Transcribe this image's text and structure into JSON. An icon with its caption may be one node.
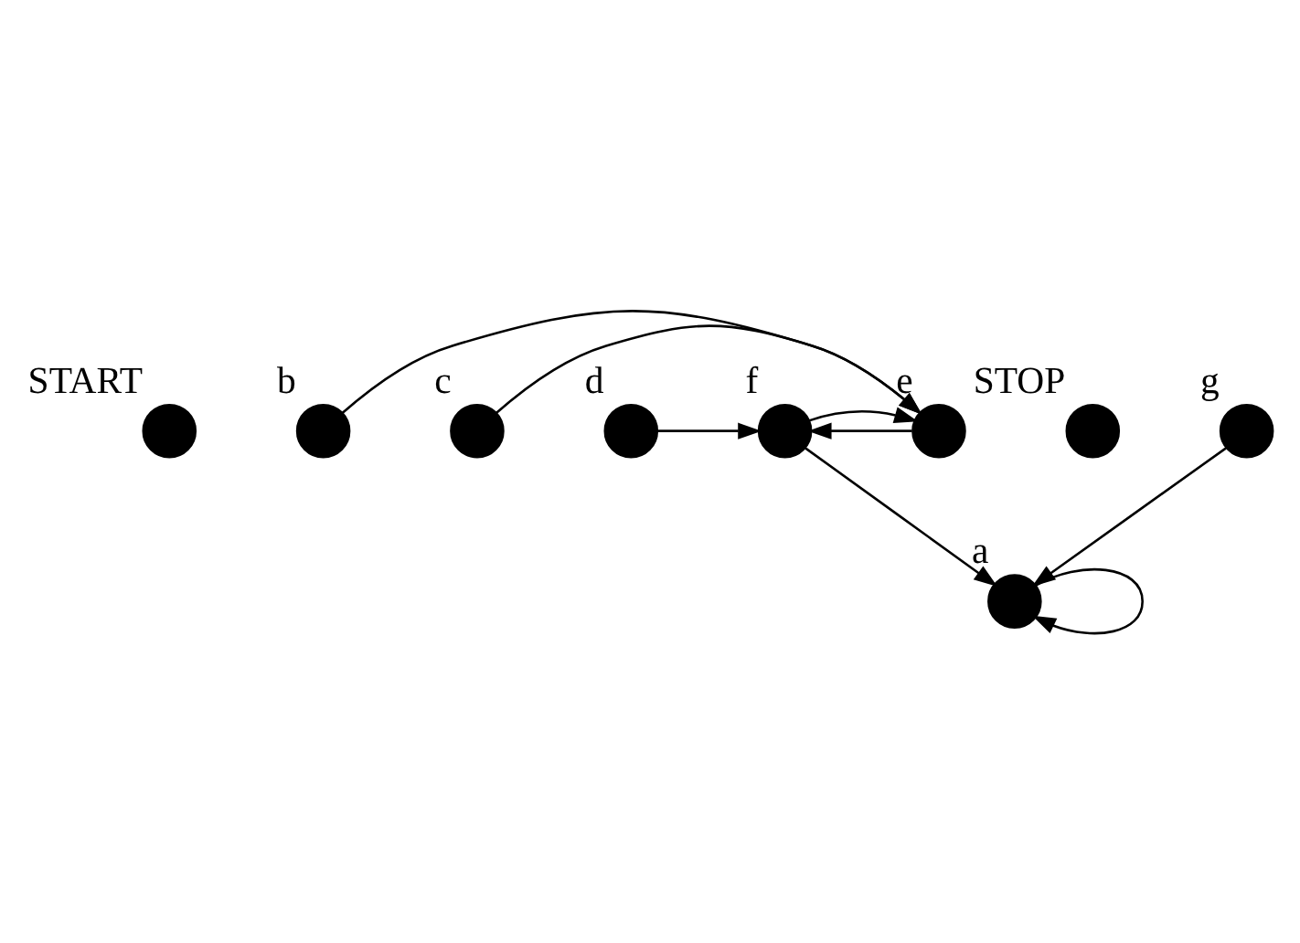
{
  "diagram": {
    "nodes": [
      {
        "text": [],
        "shape": "circle",
        "beside": [
          "START"
        ]
      },
      {
        "text": [],
        "shape": "circle",
        "beside": [
          "a"
        ]
      },
      {
        "text": [],
        "shape": "circle",
        "beside": [
          "b"
        ]
      },
      {
        "text": [],
        "shape": "circle",
        "beside": [
          "c"
        ]
      },
      {
        "text": [],
        "shape": "circle",
        "beside": [
          "d"
        ]
      },
      {
        "text": [],
        "shape": "circle",
        "beside": [
          "e"
        ]
      },
      {
        "text": [],
        "shape": "circle",
        "beside": [
          "f"
        ]
      },
      {
        "text": [],
        "shape": "circle",
        "beside": [
          "STOP"
        ]
      },
      {
        "text": [],
        "shape": "circle",
        "beside": [
          "g"
        ]
      }
    ],
    "edges": [
      {
        "from": 1,
        "to": 1,
        "arrow": "to"
      },
      {
        "from": 8,
        "to": 1,
        "arrow": "to"
      },
      {
        "from": 6,
        "to": 1,
        "arrow": "to"
      },
      {
        "from": 4,
        "to": 6,
        "arrow": "to"
      },
      {
        "from": 5,
        "to": 6,
        "arrow": "to"
      },
      {
        "from": 6,
        "to": 5,
        "arrow": "to"
      },
      {
        "from": 3,
        "to": 5,
        "arrow": "to"
      },
      {
        "from": 2,
        "to": 5,
        "arrow": "to"
      }
    ]
  }
}
